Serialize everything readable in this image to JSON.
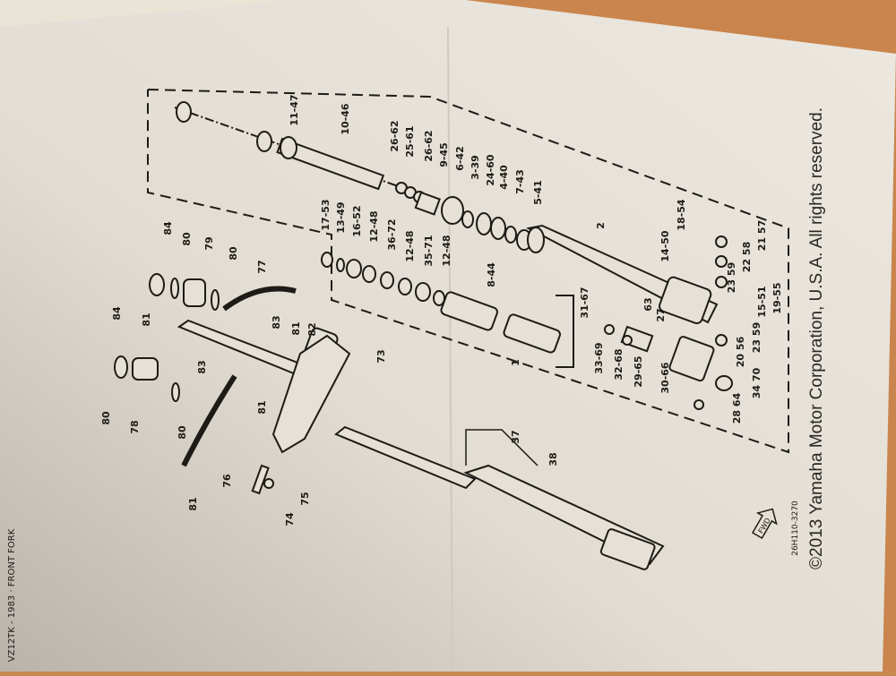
{
  "page_header": "VZ12TK - 1983 · FRONT FORK",
  "copyright": "©2013 Yamaha Motor Corporation, U.S.A. All rights reserved.",
  "diagram_code": "26H110-3270",
  "fwd_arrow": "FWD",
  "labels": [
    "11-47",
    "10-46",
    "26-62",
    "25-61",
    "26-62",
    "9-45",
    "6-42",
    "3-39",
    "24-60",
    "4-40",
    "7-43",
    "5-41",
    "17-53",
    "13-49",
    "16-52",
    "12-48",
    "36-72",
    "12-48",
    "35-71",
    "12-48",
    "8-44",
    "84",
    "80",
    "79",
    "80",
    "77",
    "83",
    "81",
    "82",
    "81",
    "84",
    "80",
    "78",
    "80",
    "83",
    "81",
    "76",
    "81",
    "73",
    "75",
    "74",
    "37",
    "38",
    "1",
    "2",
    "14-50",
    "18-54",
    "21 57",
    "22 58",
    "23 59",
    "31-67",
    "63",
    "27",
    "33-69",
    "32-68",
    "29-65",
    "30-66",
    "15-51",
    "19-55",
    "23 59",
    "20 56",
    "34 70",
    "28 64"
  ]
}
